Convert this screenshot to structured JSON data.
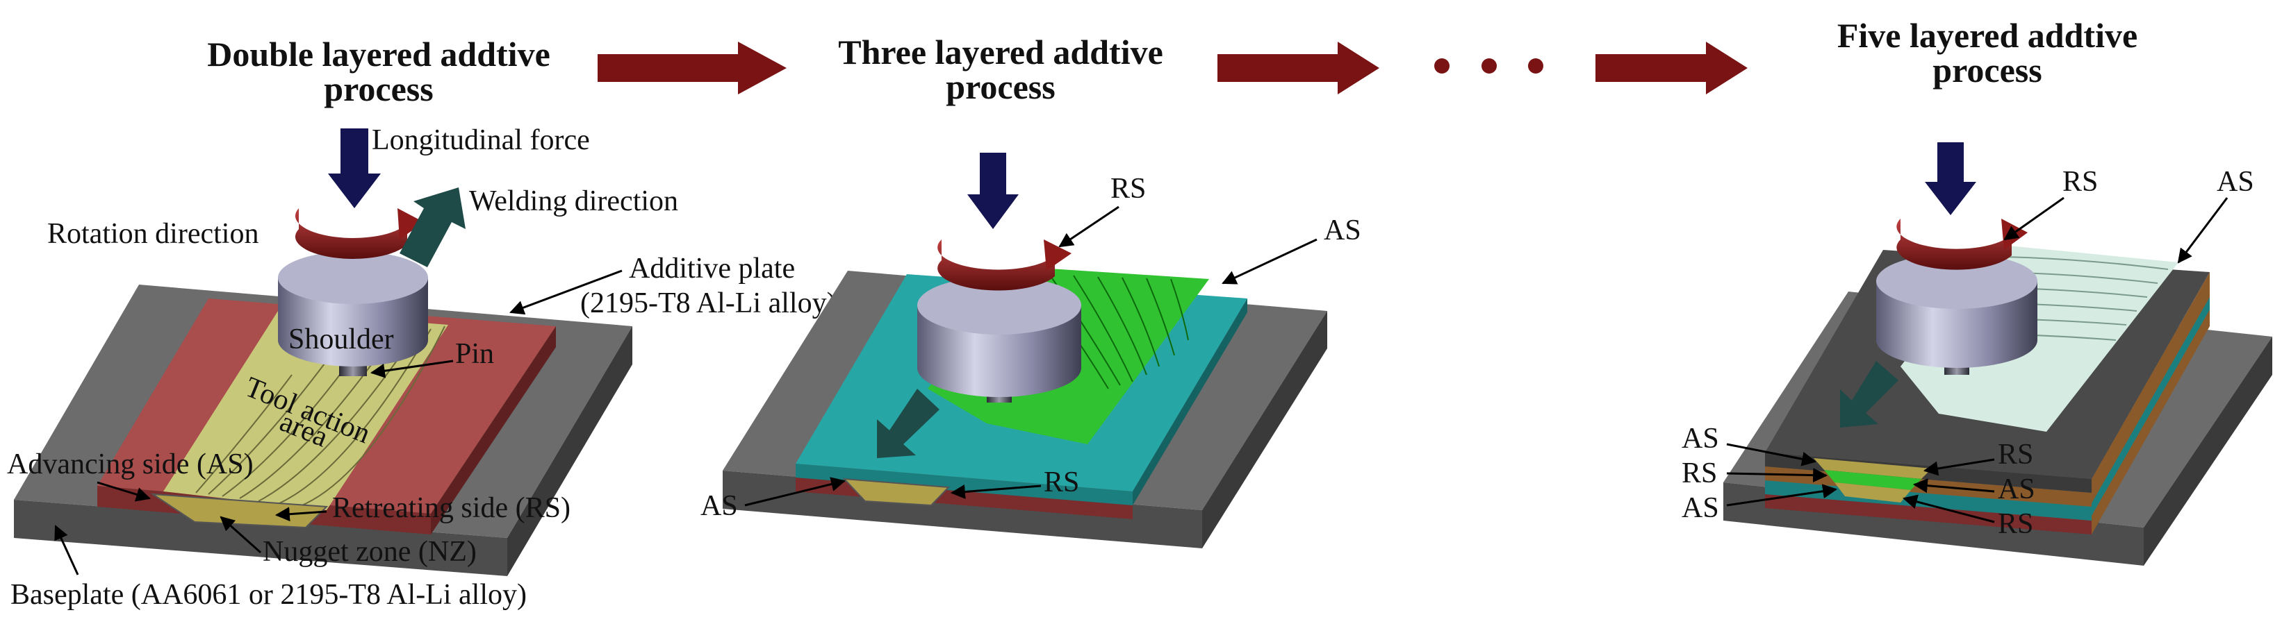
{
  "stages": [
    {
      "title_lines": [
        "Double layered addtive",
        "process"
      ],
      "labels": {
        "longitudinal_force": "Longitudinal force",
        "welding_direction": "Welding direction",
        "rotation_direction": "Rotation direction",
        "additive_plate_line1": "Additive plate",
        "additive_plate_line2": "(2195-T8 Al-Li alloy)",
        "shoulder": "Shoulder",
        "pin": "Pin",
        "tool_action_area_line1": "Tool action",
        "tool_action_area_line2": "area",
        "advancing_side": "Advancing side (AS)",
        "retreating_side": "Retreating side (RS)",
        "nugget_zone": "Nugget zone (NZ)",
        "baseplate": "Baseplate (AA6061 or 2195-T8 Al-Li alloy)"
      }
    },
    {
      "title_lines": [
        "Three layered addtive",
        "process"
      ],
      "labels": {
        "rs_top": "RS",
        "as_top": "AS",
        "as_bottom": "AS",
        "rs_bottom": "RS"
      }
    },
    {
      "title_lines": [
        "Five layered addtive",
        "process"
      ],
      "labels": {
        "rs_top": "RS",
        "as_top": "AS",
        "left": [
          "AS",
          "RS",
          "AS"
        ],
        "right": [
          "RS",
          "AS",
          "RS"
        ]
      }
    }
  ],
  "ellipsis": "• • •",
  "colors": {
    "flow_arrow": "#7a1414",
    "force_arrow": "#141452",
    "rotation_band": "#8e1a1a",
    "welding_arrow": "#1e4a47",
    "baseplate_top": "#6c6c6c",
    "baseplate_front": "#4d4d4d",
    "baseplate_side": "#3a3a3a",
    "plate_red_top": "#a94d4d",
    "plate_red_front": "#7b2c2c",
    "nugget": "#b0a04a",
    "tool_area": "#c8c87a",
    "green_top": "#31c231",
    "teal_top": "#27a6a6",
    "dark_top": "#4a4a4a",
    "weld_light": "#d6ece2",
    "shoulder": "#9b9bb8"
  }
}
